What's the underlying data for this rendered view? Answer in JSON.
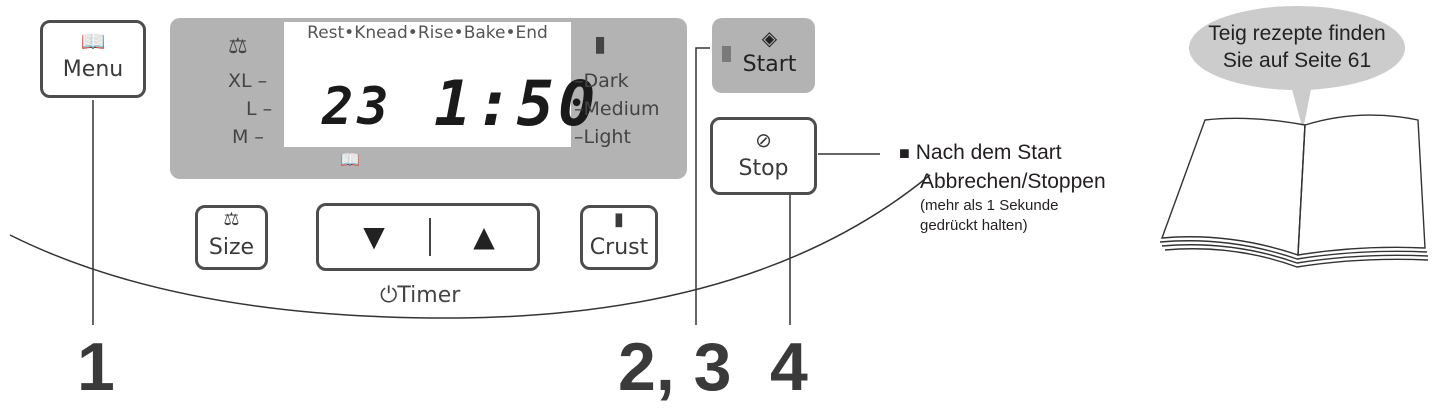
{
  "buttons": {
    "menu": "Menu",
    "start": "Start",
    "stop": "Stop",
    "size": "Size",
    "crust": "Crust",
    "timer_down": "▼",
    "timer_up": "▲",
    "timer_label": "Timer"
  },
  "display": {
    "stages": "Rest•Knead•Rise•Bake•End",
    "sizes": [
      "XL –",
      "L –",
      "M –"
    ],
    "crusts": [
      "–Dark",
      "–Medium",
      "–Light"
    ],
    "menu_number": "23",
    "time": "1:50"
  },
  "callouts": {
    "c1": "1",
    "c23": "2, 3",
    "c4": "4"
  },
  "stop_note": {
    "marker": "■",
    "line1": "Nach dem Start",
    "line2": "Abbrechen/Stoppen",
    "line3": "(mehr als 1 Sekunde",
    "line4": "gedrückt halten)"
  },
  "speech_bubble": {
    "line1": "Teig rezepte finden",
    "line2": "Sie auf Seite 61"
  },
  "icons": [
    "book-icon",
    "weight-icon",
    "bread-icon",
    "start-diamond-icon",
    "stop-circle-icon",
    "clock-icon"
  ]
}
